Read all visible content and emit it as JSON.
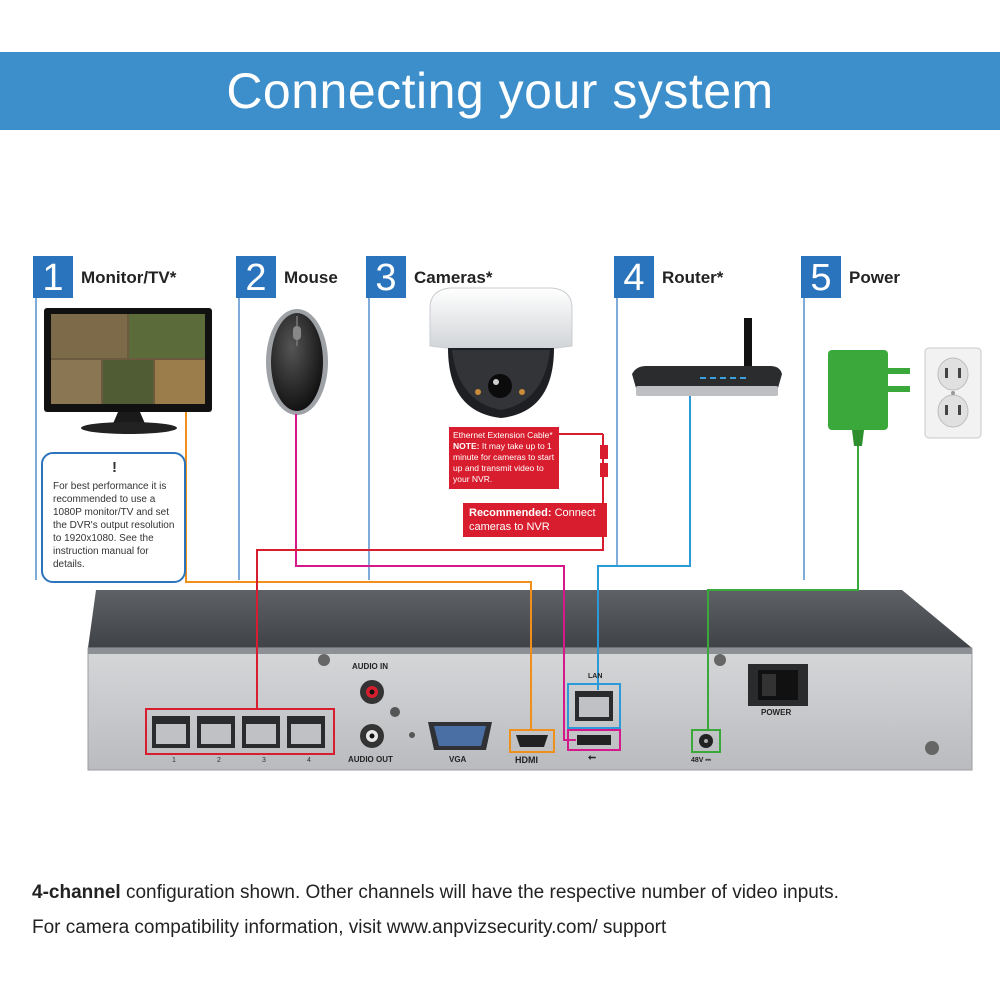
{
  "header": {
    "title": "Connecting your system"
  },
  "steps": [
    {
      "number": "1",
      "label": "Monitor/TV*"
    },
    {
      "number": "2",
      "label": "Mouse"
    },
    {
      "number": "3",
      "label": "Cameras*"
    },
    {
      "number": "4",
      "label": "Router*"
    },
    {
      "number": "5",
      "label": "Power"
    }
  ],
  "monitor_note": {
    "mark": "!",
    "text": "For best performance it is recommended to use a 1080P monitor/TV and set the DVR's output resolution to 1920x1080. See the instruction manual for details."
  },
  "camera_note": {
    "title": "Ethernet Extension Cable*",
    "note_label": "NOTE:",
    "note_text": "It may take up to 1 minute for cameras to start up and transmit video to your NVR.",
    "recommended_label": "Recommended:",
    "recommended_text": "Connect cameras to NVR"
  },
  "nvr_panel": {
    "poe_ports": [
      "1",
      "2",
      "3",
      "4"
    ],
    "audio_in": "AUDIO IN",
    "audio_out": "AUDIO OUT",
    "vga": "VGA",
    "hdmi": "HDMI",
    "lan": "LAN",
    "usb_symbol": "⭠",
    "power_input": "48V ⎓",
    "power_switch": "POWER"
  },
  "cable_colors": {
    "monitor": "#f0901c",
    "mouse": "#d6198a",
    "cameras": "#d81e2e",
    "router": "#2a9ad8",
    "power": "#3aa83a"
  },
  "footer": {
    "line1_bold": "4-channel",
    "line1_rest": " configuration shown. Other channels will have the respective number of video inputs.",
    "line2": "For camera compatibility information, visit www.anpvizsecurity.com/ support"
  }
}
